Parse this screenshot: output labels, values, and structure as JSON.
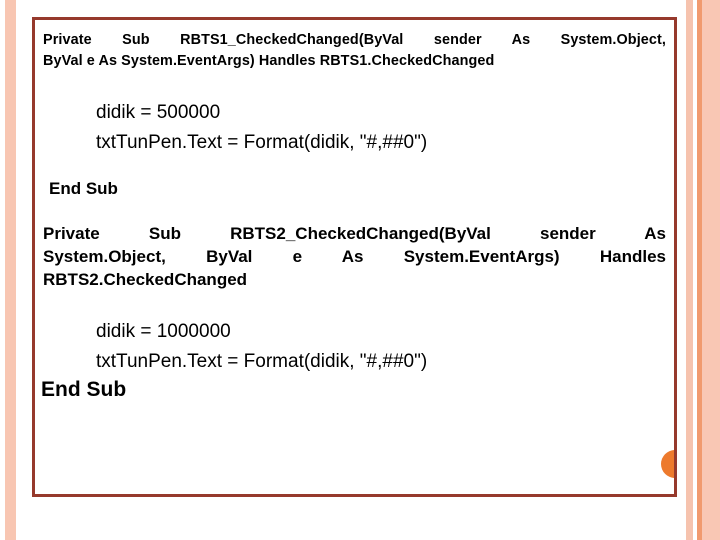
{
  "slide": {
    "theme": {
      "border_color": "#96392C",
      "stripe_peach": "#F8C6B2",
      "stripe_orange": "#F19A6E",
      "accent_dot_color": "#ED7A2D",
      "text_color": "#000000",
      "background": "#ffffff"
    },
    "code": {
      "sub1": {
        "signature_line_1": "Private Sub RBTS1_CheckedChanged(ByVal sender As System.Object,",
        "signature_line_2": "ByVal e As System.EventArgs) Handles RBTS1.CheckedChanged",
        "body": [
          "didik = 500000",
          "txtTunPen.Text = Format(didik, \"#,##0\")"
        ],
        "end_label": "End Sub"
      },
      "sub2": {
        "signature_line_1": "Private Sub RBTS2_CheckedChanged(ByVal sender As",
        "signature_line_2": "System.Object, ByVal e As System.EventArgs) Handles",
        "signature_line_3": "RBTS2.CheckedChanged",
        "body": [
          "didik = 1000000",
          "txtTunPen.Text = Format(didik, \"#,##0\")"
        ],
        "end_label": "End Sub"
      }
    }
  }
}
